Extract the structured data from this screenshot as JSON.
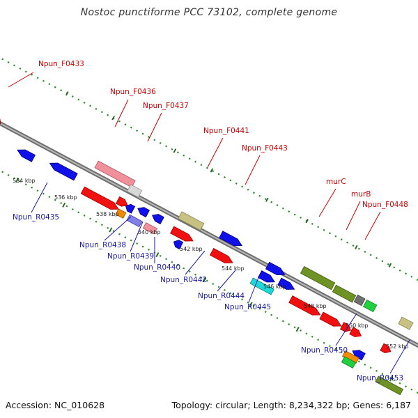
{
  "title": "Nostoc punctiforme PCC 73102, complete genome",
  "footer": {
    "accession": "Accession: NC_010628",
    "topology": "Topology: circular; Length: 8,234,322 bp; Genes: 6,187"
  },
  "colors": {
    "forward_label": "#cc0000",
    "reverse_label": "#1a1aa8",
    "backbone": "#888888",
    "track_dots": "#2e8b2e"
  },
  "ticks": [
    "534 kbp",
    "536 kbp",
    "538 kbp",
    "540 kbp",
    "542 kbp",
    "544 kbp",
    "546 kbp",
    "548 kbp",
    "550 kbp",
    "552 kbp"
  ],
  "forward_labels": [
    "Npun_F0433",
    "Npun_F0436",
    "Npun_F0437",
    "Npun_F0441",
    "Npun_F0443",
    "murC",
    "murB",
    "Npun_F0448"
  ],
  "reverse_labels": [
    "Npun_R0435",
    "Npun_R0438",
    "Npun_R0439",
    "Npun_R0440",
    "Npun_R0442",
    "Npun_R0444",
    "Npun_R0445",
    "Npun_R0450",
    "Npun_R0453"
  ]
}
